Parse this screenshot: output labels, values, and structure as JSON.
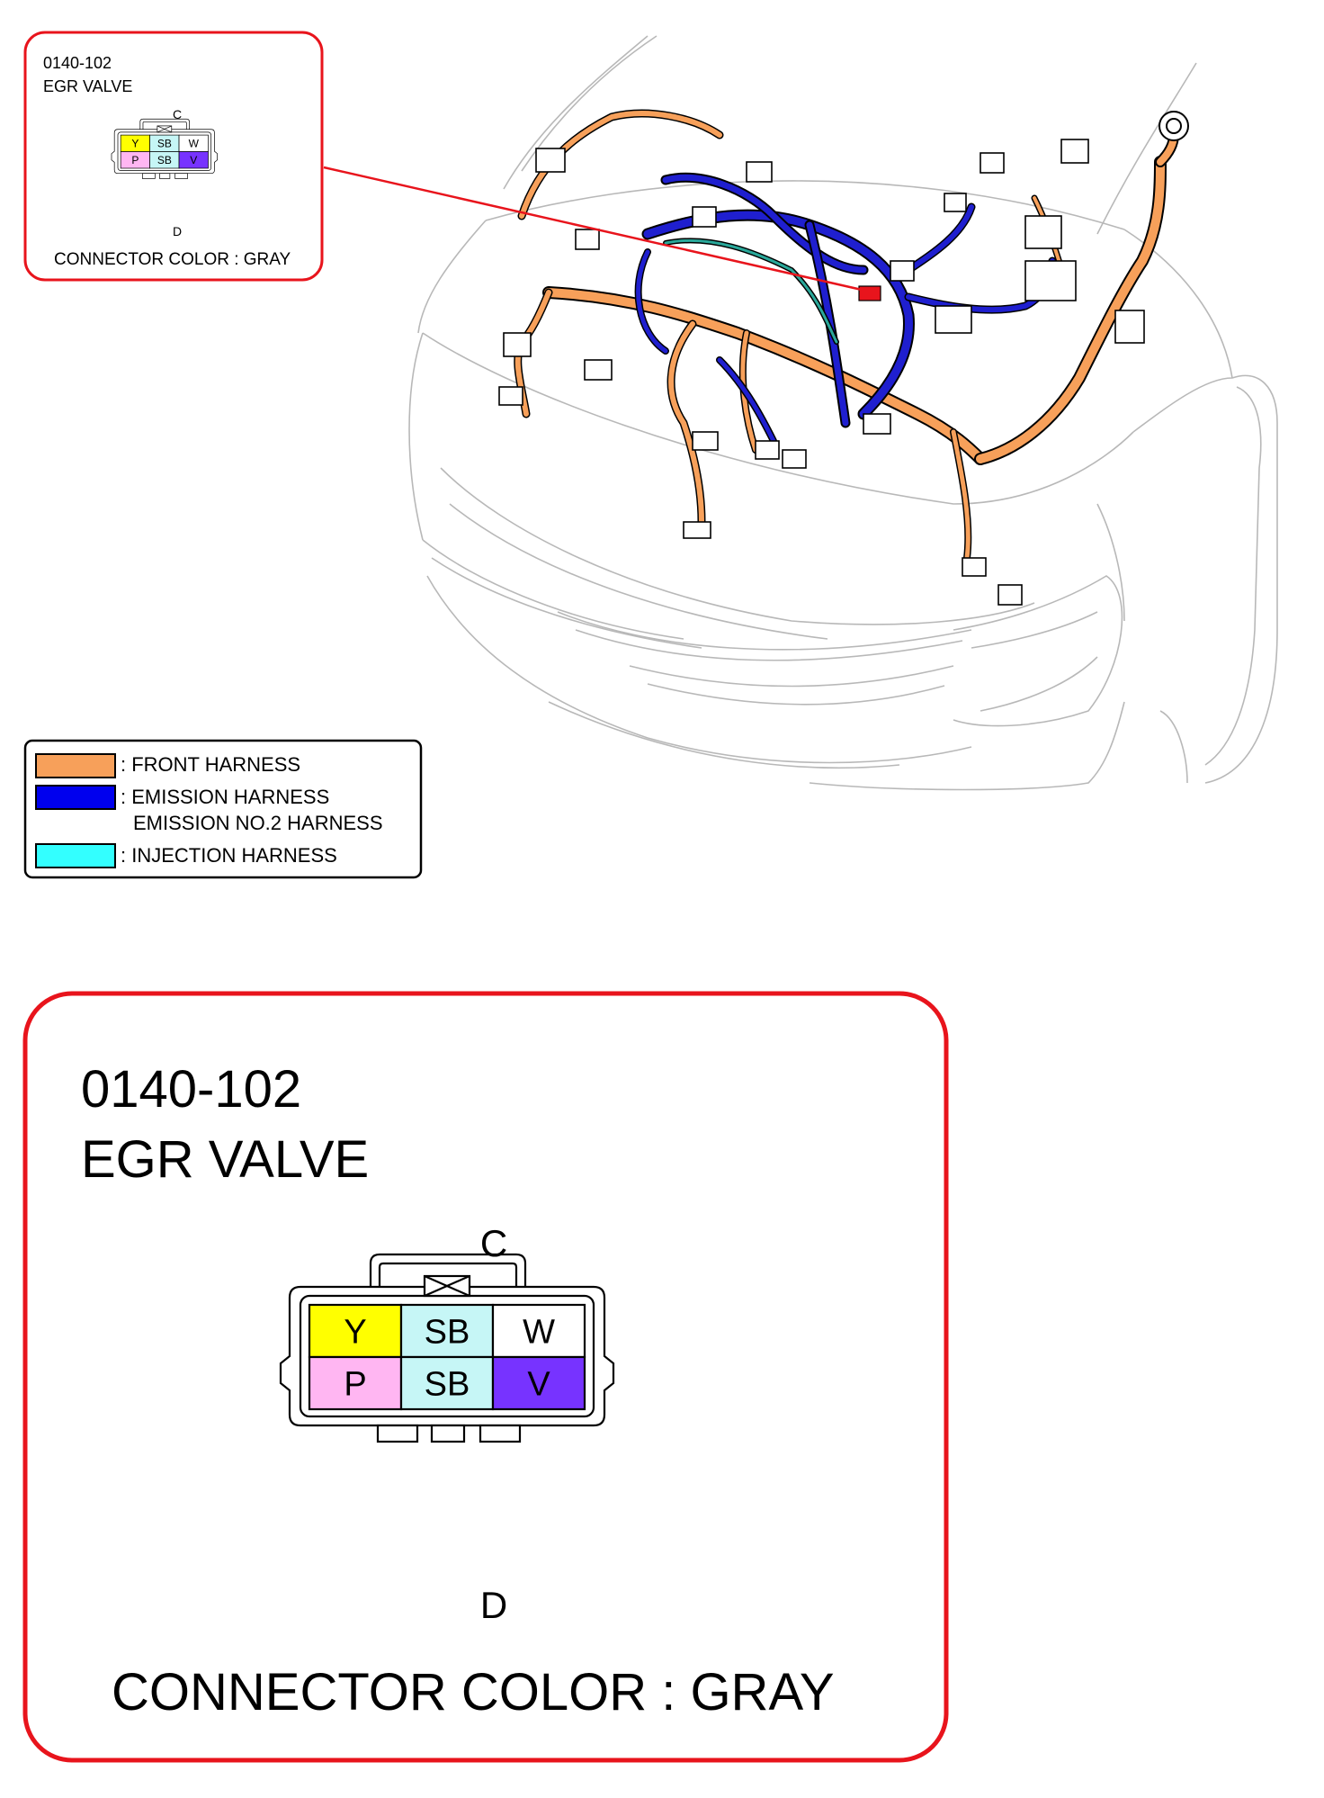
{
  "small_callout": {
    "code": "0140-102",
    "name": "EGR VALVE",
    "top_label": "C",
    "bottom_label": "D",
    "connector_color_text": "CONNECTOR COLOR : GRAY"
  },
  "large_callout": {
    "code": "0140-102",
    "name": "EGR VALVE",
    "top_label": "C",
    "bottom_label": "D",
    "connector_color_text": "CONNECTOR COLOR : GRAY"
  },
  "pins": [
    {
      "label": "Y",
      "color": "#ffff00"
    },
    {
      "label": "SB",
      "color": "#c6f6f6"
    },
    {
      "label": "W",
      "color": "#ffffff"
    },
    {
      "label": "P",
      "color": "#ffb6f2"
    },
    {
      "label": "SB",
      "color": "#c6f6f6"
    },
    {
      "label": "V",
      "color": "#7733ff"
    }
  ],
  "legend": [
    {
      "label": ": FRONT HARNESS",
      "color": "#f7a05a"
    },
    {
      "label": ": EMISSION HARNESS",
      "label2": "EMISSION NO.2 HARNESS",
      "color": "#0000ee"
    },
    {
      "label": ": INJECTION HARNESS",
      "color": "#33ffff"
    }
  ],
  "colors": {
    "callout_border": "#e8141c",
    "front_harness": "#f7a05a",
    "emission_harness": "#1f1fcf",
    "injection_harness": "#2aa89a",
    "connector_highlight": "#e8141c"
  }
}
